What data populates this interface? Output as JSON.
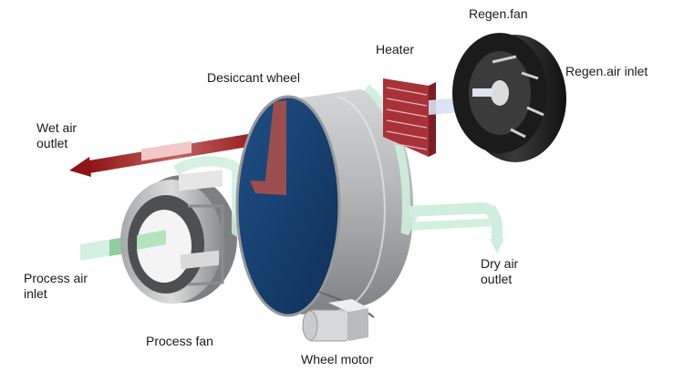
{
  "labels": {
    "regen_fan": "Regen.fan",
    "heater": "Heater",
    "regen_air_inlet": "Regen.air inlet",
    "desiccant_wheel": "Desiccant wheel",
    "wet_air_outlet_line1": "Wet air",
    "wet_air_outlet_line2": "outlet",
    "process_air_inlet_line1": "Process air",
    "process_air_inlet_line2": "inlet",
    "dry_air_outlet_line1": "Dry air",
    "dry_air_outlet_line2": "outlet",
    "process_fan": "Process fan",
    "wheel_motor": "Wheel motor"
  },
  "colors": {
    "wet_air_stream": "#9b1c1c",
    "process_air_stream": "#cfeedd",
    "heater": "#a8323a",
    "wheel_face": "#163f6e",
    "wheel_drum": "#a9abad",
    "fan_body": "#2a2a2a"
  }
}
